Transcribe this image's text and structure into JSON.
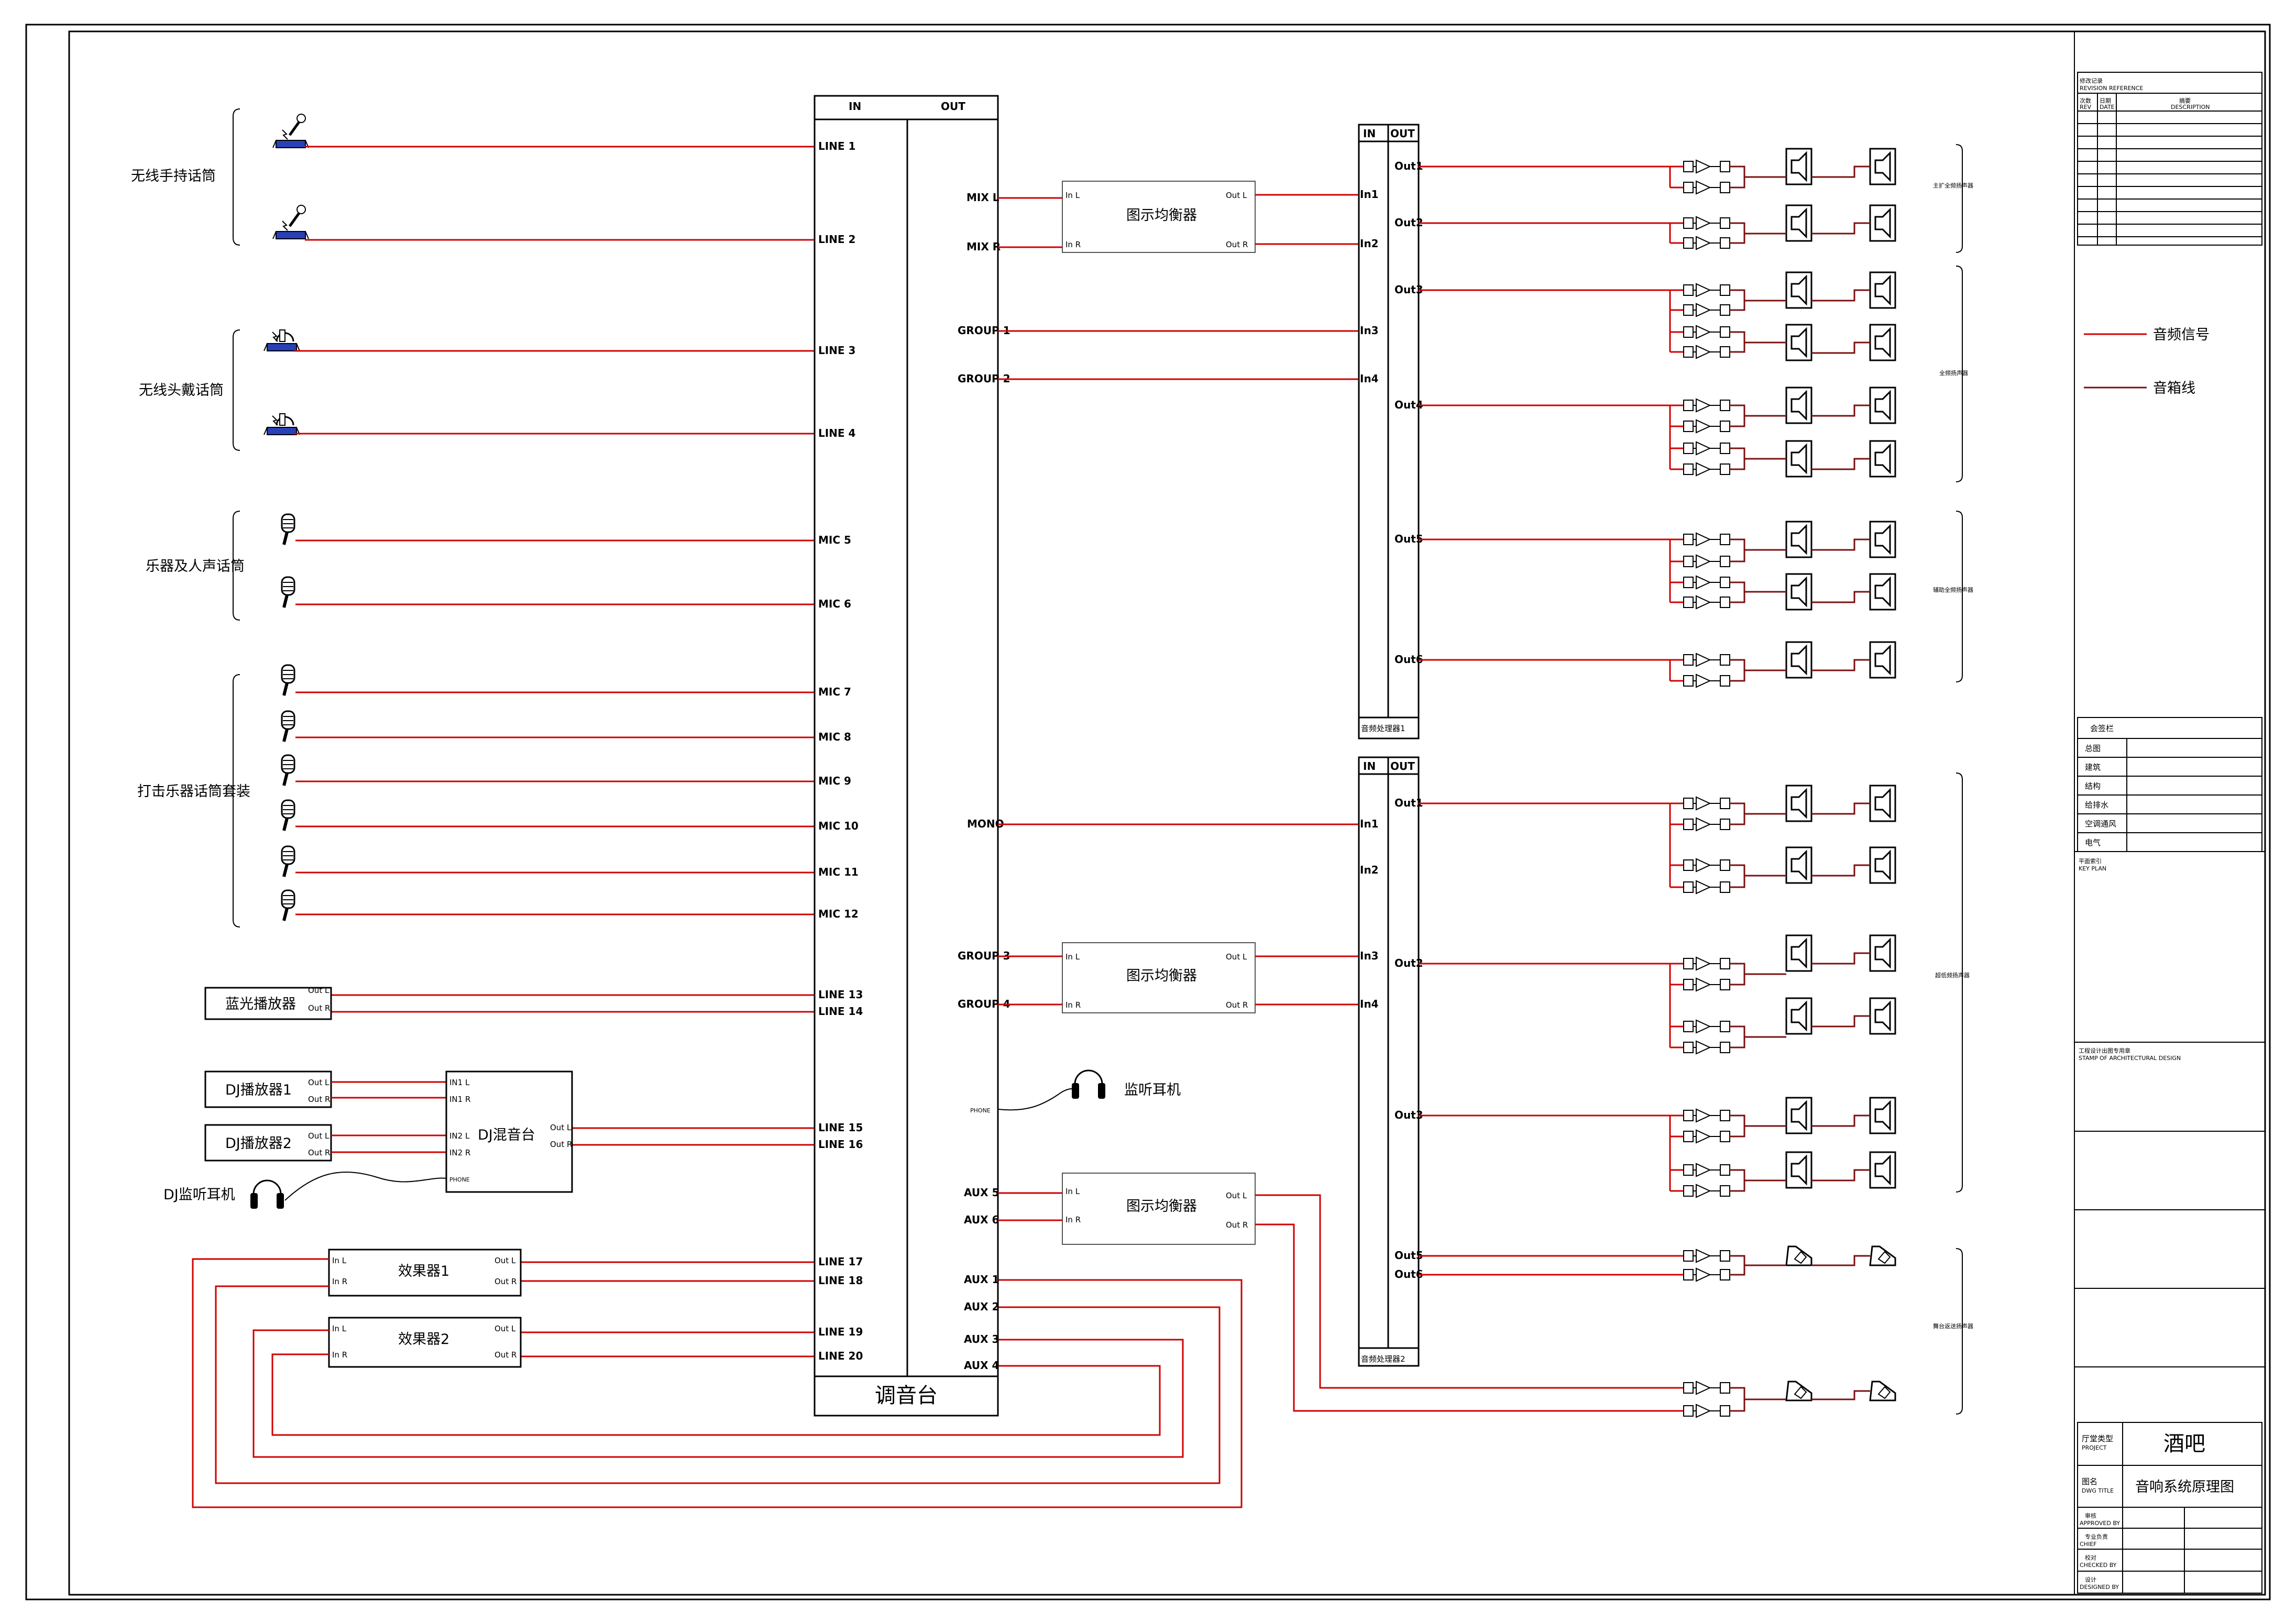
{
  "mixer": {
    "in_header": "IN",
    "out_header": "OUT",
    "name": "调音台"
  },
  "sources": {
    "wireless_handheld": "无线手持话筒",
    "wireless_headset": "无线头戴话筒",
    "instrument_vocal": "乐器及人声话筒",
    "drum_kit": "打击乐器话筒套装",
    "bluray": "蓝光播放器",
    "dj1": "DJ播放器1",
    "dj2": "DJ播放器2",
    "dj_mixer": "DJ混音台",
    "dj_headphone": "DJ监听耳机",
    "fx1": "效果器1",
    "fx2": "效果器2",
    "monitor_headphone": "监听耳机"
  },
  "inputs": [
    "LINE 1",
    "LINE 2",
    "LINE 3",
    "LINE 4",
    "MIC 5",
    "MIC 6",
    "MIC 7",
    "MIC 8",
    "MIC 9",
    "MIC 10",
    "MIC 11",
    "MIC 12",
    "LINE 13",
    "LINE 14",
    "LINE 15",
    "LINE 16",
    "LINE 17",
    "LINE 18",
    "LINE 19",
    "LINE 20"
  ],
  "outputs": [
    "MIX L",
    "MIX R",
    "GROUP 1",
    "GROUP 2",
    "MONO",
    "GROUP 3",
    "GROUP 4",
    "PHONE",
    "AUX 5",
    "AUX 6",
    "AUX 1",
    "AUX 2",
    "AUX 3",
    "AUX 4"
  ],
  "ports": {
    "out_l": "Out L",
    "out_r": "Out R",
    "in_l": "In L",
    "in_r": "In R",
    "in1_l": "IN1 L",
    "in1_r": "IN1 R",
    "in2_l": "IN2 L",
    "in2_r": "IN2 R",
    "phone": "PHONE"
  },
  "eq": {
    "name": "图示均衡器"
  },
  "processors": [
    {
      "name": "音频处理器1",
      "in": "IN",
      "out": "OUT",
      "inputs": [
        "In1",
        "In2",
        "In3",
        "In4"
      ],
      "outputs": [
        "Out1",
        "Out2",
        "Out3",
        "Out4",
        "Out5",
        "Out6"
      ]
    },
    {
      "name": "音频处理器2",
      "in": "IN",
      "out": "OUT",
      "inputs": [
        "In1",
        "In2",
        "In3",
        "In4"
      ],
      "outputs": [
        "Out1",
        "Out2",
        "Out3",
        "Out5",
        "Out6"
      ]
    }
  ],
  "zones": [
    "主扩全频扬声器",
    "全频扬声器",
    "辅助全频扬声器",
    "超低频扬声器",
    "舞台返送扬声器"
  ],
  "legend": [
    {
      "label": "音频信号",
      "color": "#d00000"
    },
    {
      "label": "音箱线",
      "color": "#7a1010"
    }
  ],
  "title_block": {
    "revision": "修改记录",
    "revision_en": "REVISION REFERENCE",
    "rev": "次数",
    "rev_en": "REV",
    "date": "日期",
    "date_en": "DATE",
    "desc": "摘要",
    "desc_en": "DESCRIPTION",
    "signoff": "会签栏",
    "disciplines": [
      "总图",
      "建筑",
      "结构",
      "给排水",
      "空调通风",
      "电气"
    ],
    "key_plan": "平面索引",
    "key_plan_en": "KEY PLAN",
    "stamp": "工程设计出图专用章",
    "stamp_en": "STAMP OF ARCHITECTURAL DESIGN",
    "project_label": "厅堂类型",
    "project_label_en": "PROJECT",
    "project": "酒吧",
    "drawing_label": "图名",
    "drawing_label_en": "DWG TITLE",
    "drawing": "音响系统原理图",
    "approved": "审核",
    "approved_en": "APPROVED BY",
    "chief": "专业负责",
    "chief_en": "CHIEF",
    "checked": "校对",
    "checked_en": "CHECKED BY",
    "designed": "设计",
    "designed_en": "DESIGNED BY"
  }
}
